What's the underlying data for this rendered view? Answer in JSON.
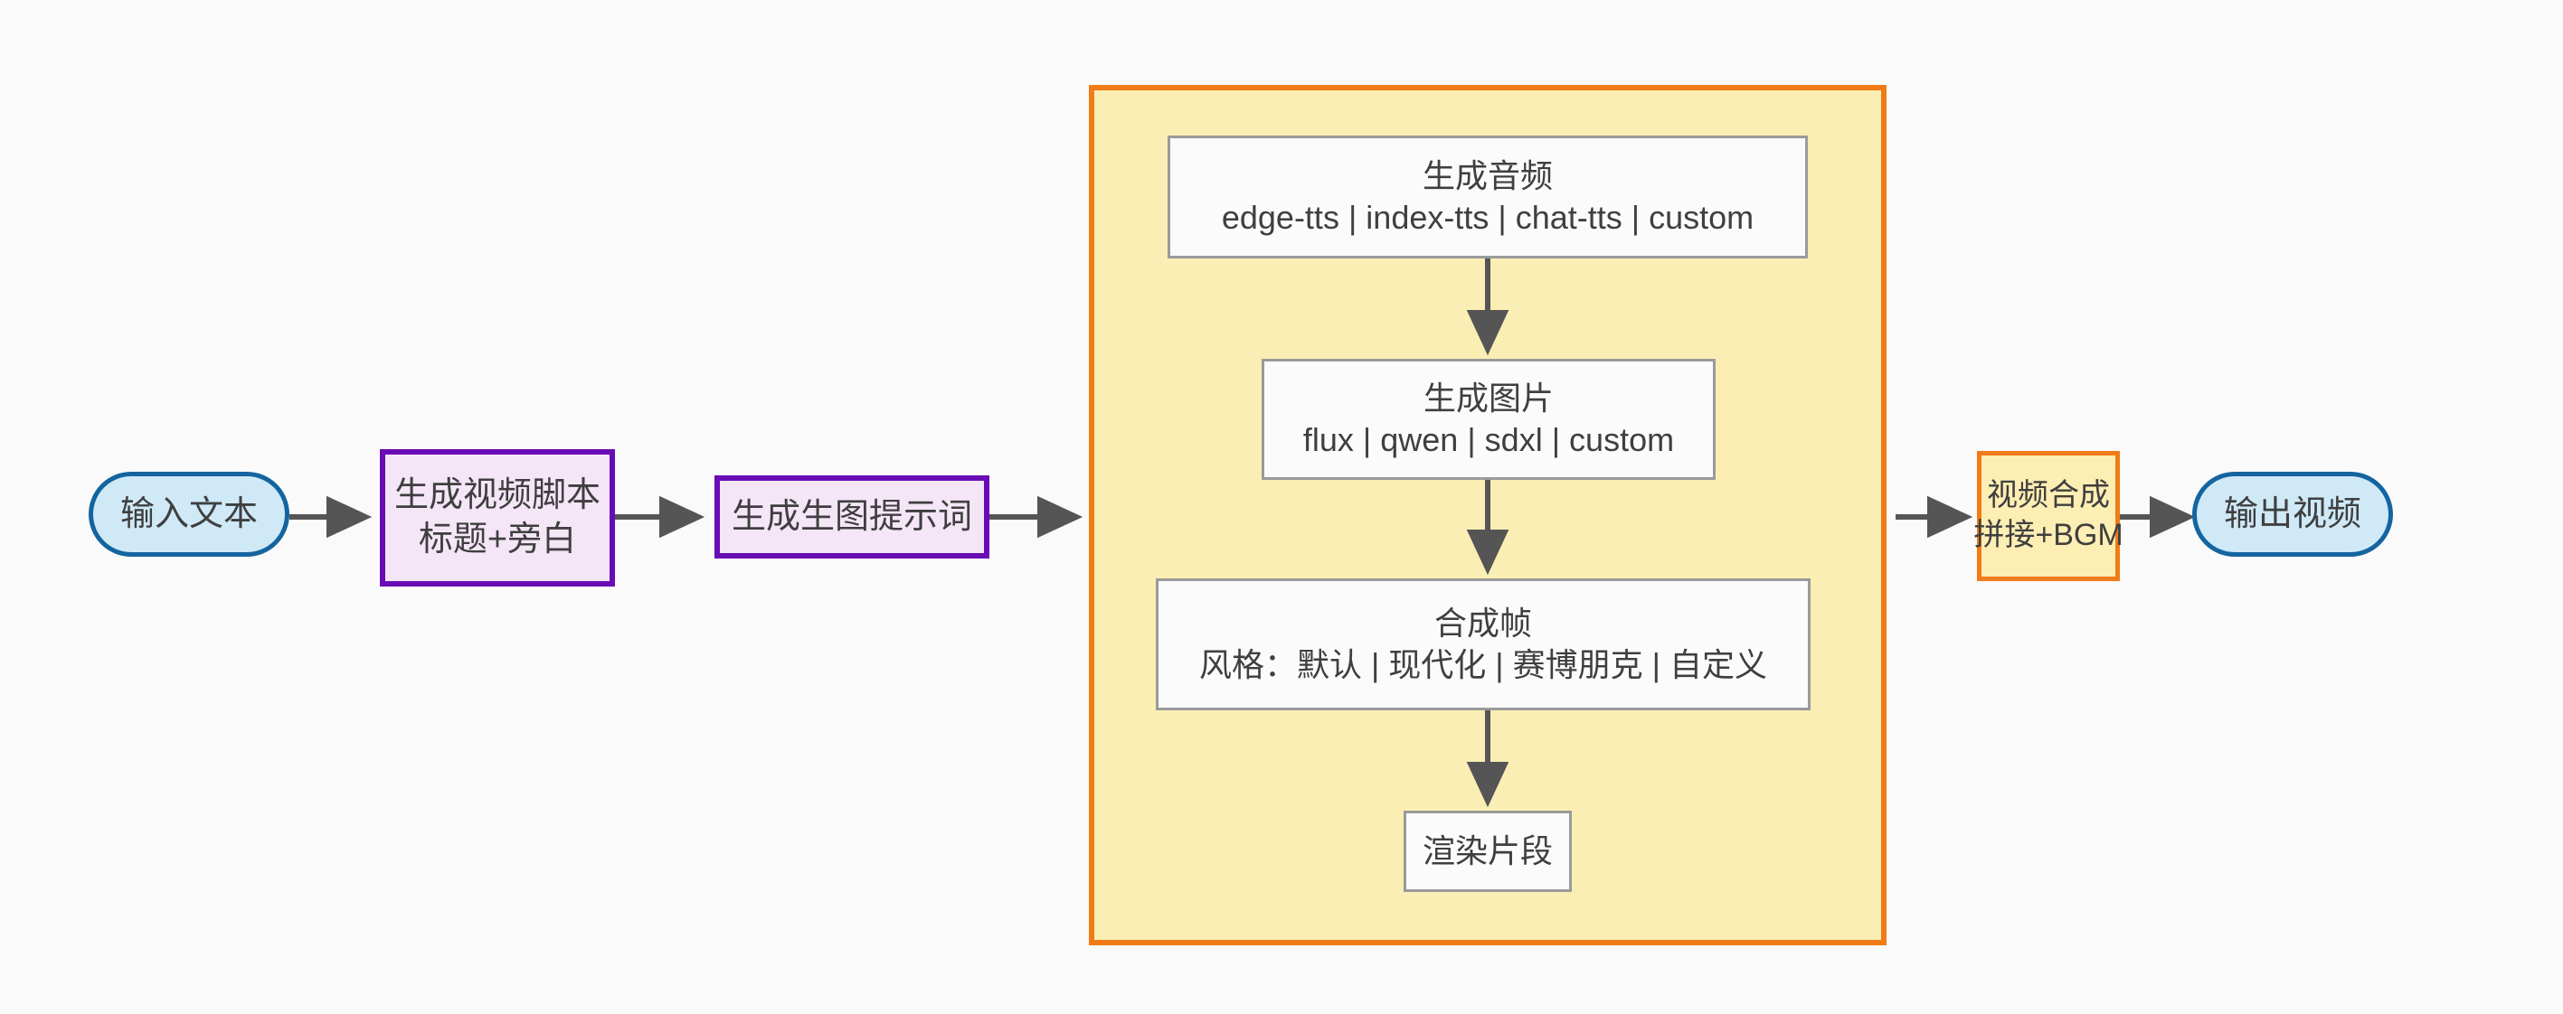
{
  "diagram": {
    "title_visible": false,
    "background_color": "#fafafa",
    "colors": {
      "terminal_fill": "#cfe9f7",
      "terminal_stroke": "#1464a0",
      "process_fill": "#f4e6f7",
      "process_stroke": "#6a0cb5",
      "accent_fill": "#fdeeb3",
      "accent_stroke": "#f07c17",
      "plain_fill": "#fbfbfb",
      "plain_stroke": "#9a9a9a",
      "subgraph_fill": "#faeeb4",
      "subgraph_stroke": "#f07c17",
      "edge_color": "#555555",
      "text_color": "#3f3f3f"
    }
  },
  "nodes": {
    "input_text": {
      "label": "输入文本",
      "shape": "stadium"
    },
    "script": {
      "line1": "生成视频脚本",
      "line2": "标题+旁白",
      "shape": "rect"
    },
    "prompt": {
      "label": "生成生图提示词",
      "shape": "rect"
    },
    "audio": {
      "line1": "生成音频",
      "line2": "edge-tts | index-tts | chat-tts | custom",
      "shape": "rect"
    },
    "image": {
      "line1": "生成图片",
      "line2": "flux | qwen | sdxl | custom",
      "shape": "rect"
    },
    "frame": {
      "line1": "合成帧",
      "line2": "风格：默认 | 现代化 | 赛博朋克 | 自定义",
      "shape": "rect"
    },
    "render": {
      "label": "渲染片段",
      "shape": "rect"
    },
    "compose": {
      "line1": "视频合成",
      "line2": "拼接+BGM",
      "shape": "rect"
    },
    "output_video": {
      "label": "输出视频",
      "shape": "stadium"
    }
  },
  "edges": [
    {
      "from": "input_text",
      "to": "script",
      "direction": "right",
      "label": ""
    },
    {
      "from": "script",
      "to": "prompt",
      "direction": "right",
      "label": ""
    },
    {
      "from": "prompt",
      "to": "subgraph",
      "direction": "right",
      "label": ""
    },
    {
      "from": "audio",
      "to": "image",
      "direction": "down",
      "label": ""
    },
    {
      "from": "image",
      "to": "frame",
      "direction": "down",
      "label": ""
    },
    {
      "from": "frame",
      "to": "render",
      "direction": "down",
      "label": ""
    },
    {
      "from": "subgraph",
      "to": "compose",
      "direction": "right",
      "label": ""
    },
    {
      "from": "compose",
      "to": "output_video",
      "direction": "right",
      "label": ""
    }
  ]
}
